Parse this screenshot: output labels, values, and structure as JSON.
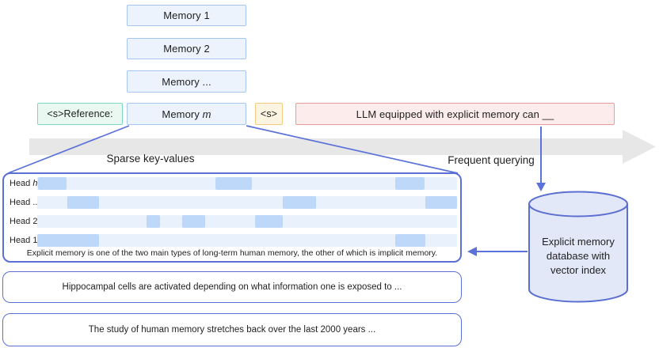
{
  "memory_stack": {
    "items": [
      {
        "label": "Memory 1"
      },
      {
        "label": "Memory 2"
      },
      {
        "label": "Memory ..."
      }
    ]
  },
  "token_row": {
    "reference_label": "<s>Reference:",
    "memory_m": {
      "label": "Memory ",
      "italic": "m"
    },
    "bos_label": "<s>",
    "llm_prompt": "LLM equipped with explicit memory can __"
  },
  "timeline": {
    "sparse_label": "Sparse key-values",
    "query_label": "Frequent querying"
  },
  "sparse_panel": {
    "heads": [
      {
        "label": "Head ",
        "italic": "h",
        "segments": [
          [
            0.2,
            6.8
          ],
          [
            42.5,
            8.7
          ],
          [
            85.3,
            7.0
          ]
        ]
      },
      {
        "label": "Head ...",
        "italic": "",
        "segments": [
          [
            7.2,
            7.5
          ],
          [
            58.5,
            7.9
          ],
          [
            92.5,
            7.5
          ]
        ]
      },
      {
        "label": "Head 2",
        "italic": "",
        "segments": [
          [
            26.0,
            3.2
          ],
          [
            34.5,
            5.5
          ],
          [
            51.9,
            6.6
          ]
        ]
      },
      {
        "label": "Head 1",
        "italic": "",
        "segments": [
          [
            0,
            14.7
          ],
          [
            85.3,
            7.2
          ]
        ]
      }
    ],
    "sentence": "Explicit memory is one of the two main types of long-term human memory, the other of which is implicit memory."
  },
  "memory_texts": [
    "Hippocampal cells are activated depending on what information one is exposed to ...",
    "The study of human memory stretches back over the last 2000 years ..."
  ],
  "database": {
    "label": "Explicit memory database with vector index"
  },
  "colors": {
    "diagram_blue": "#5b72d8",
    "panel_border": "#5b6fd4",
    "memory_fill": "#edf3fc",
    "memory_border": "#a6c6f0",
    "reference_fill": "#e9f9f2",
    "reference_border": "#7bd8c2",
    "bos_fill": "#fdf5e1",
    "bos_border": "#f2cc81",
    "llm_fill": "#fdecec",
    "llm_border": "#ea9c98",
    "track_fill": "#e9f1fd",
    "segment_fill": "#bdd8f9",
    "timeline_gray": "#e7e7e7",
    "cylinder_fill": "#e3e8f9"
  }
}
